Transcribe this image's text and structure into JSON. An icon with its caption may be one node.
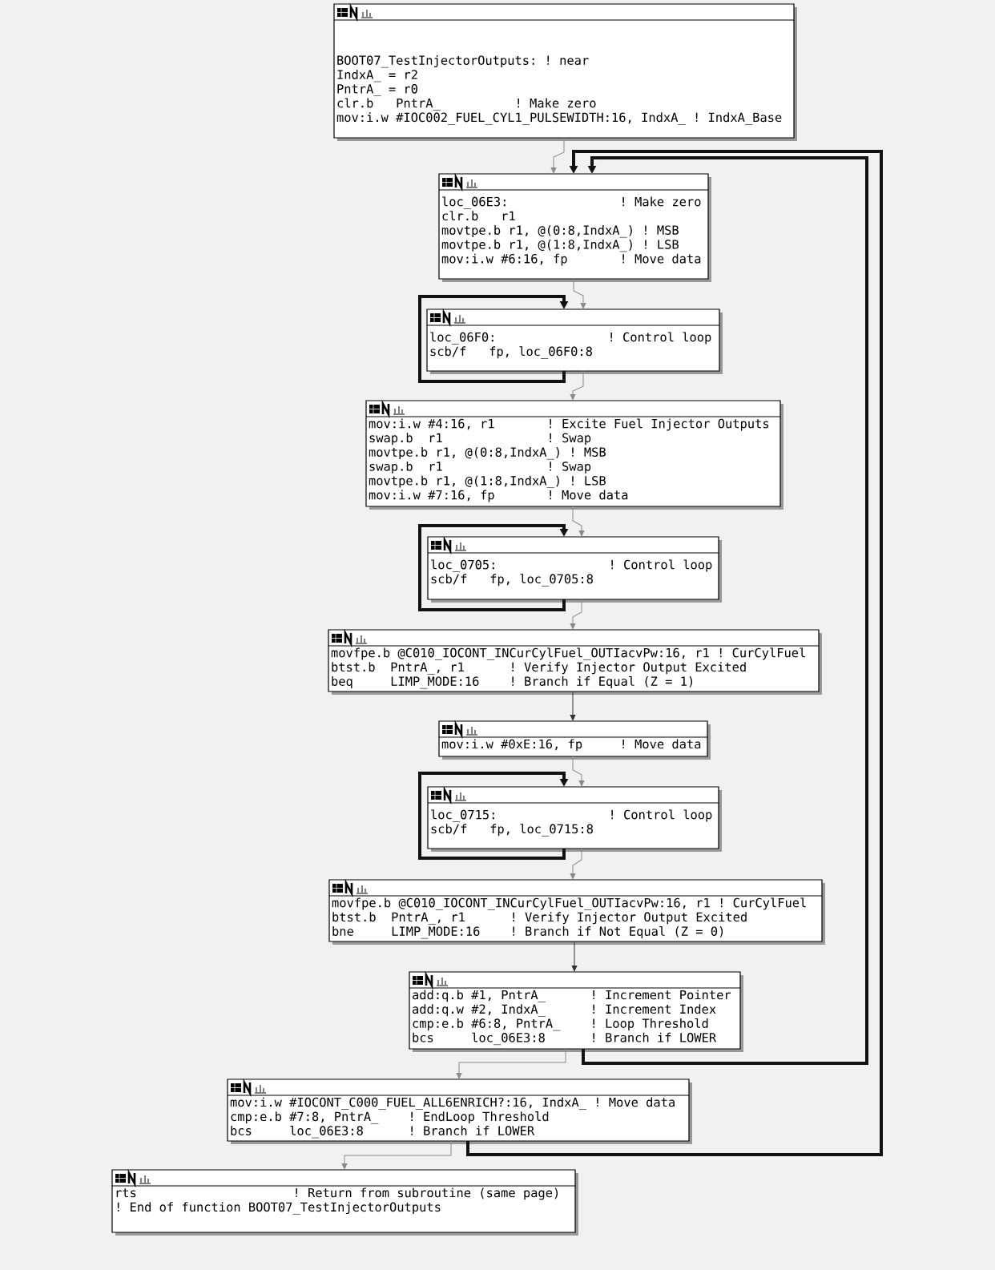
{
  "diagram": {
    "nodes": [
      {
        "text": [
          "BOOT07_TestInjectorOutputs: ! near",
          "IndxA_ = r2",
          "PntrA_ = r0",
          "clr.b   PntrA_          ! Make zero",
          "mov:i.w #IOC002_FUEL_CYL1_PULSEWIDTH:16, IndxA_ ! IndxA_Base"
        ]
      },
      {
        "text": [
          "loc_06E3:               ! Make zero",
          "clr.b   r1",
          "movtpe.b r1, @(0:8,IndxA_) ! MSB",
          "movtpe.b r1, @(1:8,IndxA_) ! LSB",
          "mov:i.w #6:16, fp       ! Move data"
        ]
      },
      {
        "text": [
          "loc_06F0:               ! Control loop",
          "scb/f   fp, loc_06F0:8"
        ]
      },
      {
        "text": [
          "mov:i.w #4:16, r1       ! Excite Fuel Injector Outputs",
          "swap.b  r1              ! Swap",
          "movtpe.b r1, @(0:8,IndxA_) ! MSB",
          "swap.b  r1              ! Swap",
          "movtpe.b r1, @(1:8,IndxA_) ! LSB",
          "mov:i.w #7:16, fp       ! Move data"
        ]
      },
      {
        "text": [
          "loc_0705:               ! Control loop",
          "scb/f   fp, loc_0705:8"
        ]
      },
      {
        "text": [
          "movfpe.b @C010_IOCONT_INCurCylFuel_OUTIacvPw:16, r1 ! CurCylFuel",
          "btst.b  PntrA_, r1      ! Verify Injector Output Excited",
          "beq     LIMP_MODE:16    ! Branch if Equal (Z = 1)"
        ]
      },
      {
        "text": [
          "mov:i.w #0xE:16, fp     ! Move data"
        ]
      },
      {
        "text": [
          "loc_0715:               ! Control loop",
          "scb/f   fp, loc_0715:8"
        ]
      },
      {
        "text": [
          "movfpe.b @C010_IOCONT_INCurCylFuel_OUTIacvPw:16, r1 ! CurCylFuel",
          "btst.b  PntrA_, r1      ! Verify Injector Output Excited",
          "bne     LIMP_MODE:16    ! Branch if Not Equal (Z = 0)"
        ]
      },
      {
        "text": [
          "add:q.b #1, PntrA_      ! Increment Pointer",
          "add:q.w #2, IndxA_      ! Increment Index",
          "cmp:e.b #6:8, PntrA_    ! Loop Threshold",
          "bcs     loc_06E3:8      ! Branch if LOWER"
        ]
      },
      {
        "text": [
          "mov:i.w #IOCONT_C000_FUEL_ALL6ENRICH?:16, IndxA_ ! Move data",
          "cmp:e.b #7:8, PntrA_    ! EndLoop Threshold",
          "bcs     loc_06E3:8      ! Branch if LOWER"
        ]
      },
      {
        "text": [
          "rts                     ! Return from subroutine (same page)",
          "! End of function BOOT07_TestInjectorOutputs"
        ]
      }
    ],
    "edges": [
      {
        "from": 0,
        "to": 1,
        "arrow": "to"
      },
      {
        "from": 9,
        "to": 1,
        "arrow": "to",
        "style": "thick",
        "color": "#111111"
      },
      {
        "from": 10,
        "to": 1,
        "arrow": "to",
        "style": "thick",
        "color": "#111111"
      },
      {
        "from": 1,
        "to": 2,
        "arrow": "to"
      },
      {
        "from": 2,
        "to": 2,
        "arrow": "to",
        "style": "thick",
        "color": "#111111"
      },
      {
        "from": 2,
        "to": 3,
        "arrow": "to"
      },
      {
        "from": 3,
        "to": 4,
        "arrow": "to"
      },
      {
        "from": 4,
        "to": 4,
        "arrow": "to",
        "style": "thick",
        "color": "#111111"
      },
      {
        "from": 4,
        "to": 5,
        "arrow": "to"
      },
      {
        "from": 5,
        "to": 6,
        "arrow": "to",
        "color": "#333333"
      },
      {
        "from": 6,
        "to": 7,
        "arrow": "to"
      },
      {
        "from": 7,
        "to": 7,
        "arrow": "to",
        "style": "thick",
        "color": "#111111"
      },
      {
        "from": 7,
        "to": 8,
        "arrow": "to"
      },
      {
        "from": 8,
        "to": 9,
        "arrow": "to",
        "color": "#333333"
      },
      {
        "from": 9,
        "to": 10,
        "arrow": "to"
      },
      {
        "from": 10,
        "to": 11,
        "arrow": "to"
      }
    ]
  }
}
